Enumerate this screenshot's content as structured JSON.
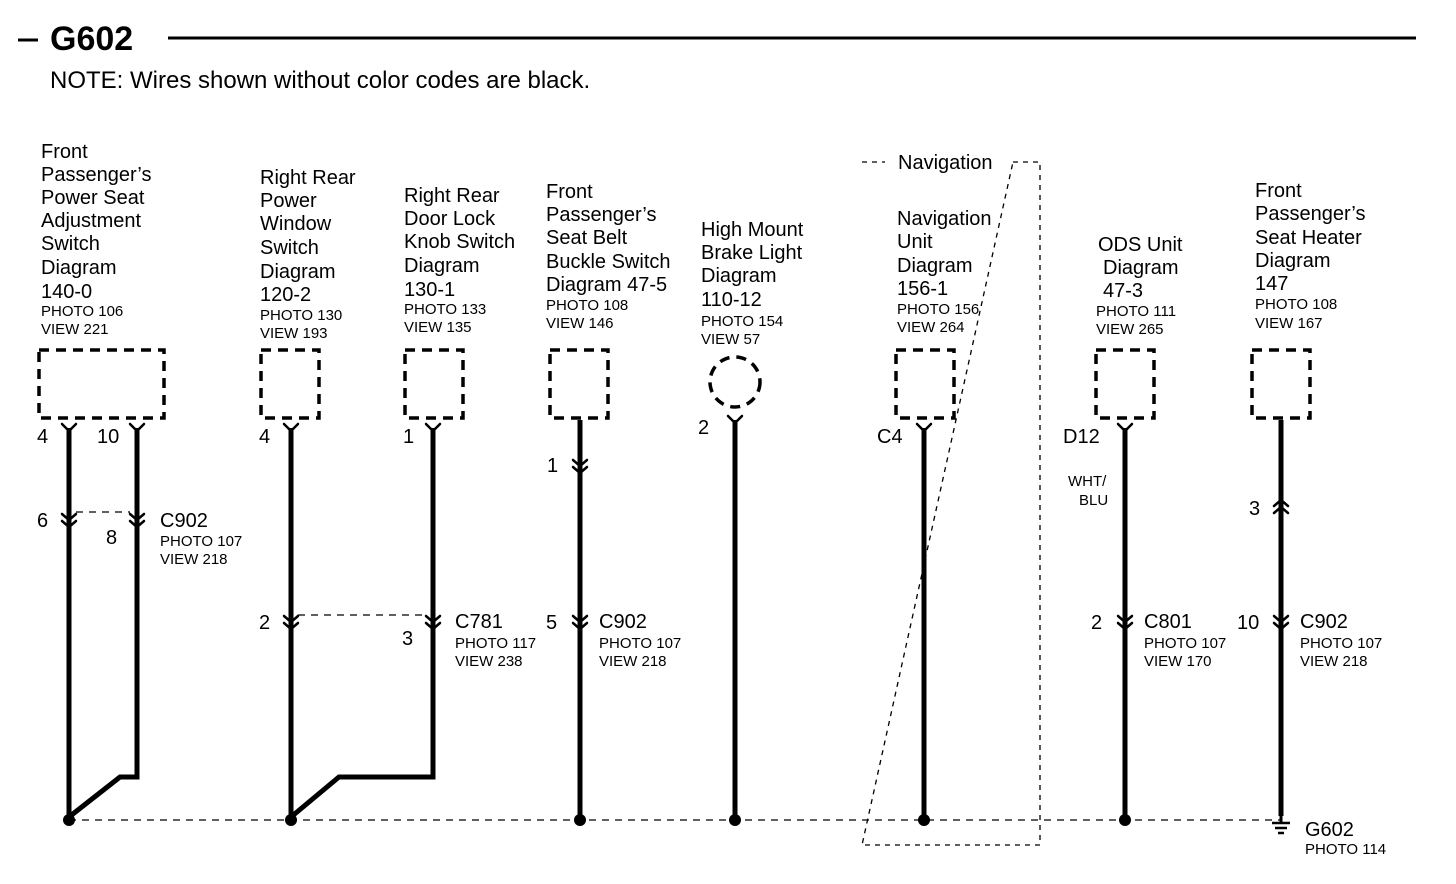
{
  "header": {
    "title": "G602",
    "note": "NOTE: Wires shown without color codes are black."
  },
  "components": {
    "seat_adj": {
      "lines": [
        "Front",
        "Passenger’s",
        "Power Seat",
        "Adjustment",
        "Switch",
        "Diagram",
        "140-0"
      ],
      "photo": "PHOTO 106",
      "view": "VIEW 221",
      "pins": [
        "4",
        "10"
      ]
    },
    "rr_window": {
      "lines": [
        "Right Rear",
        "Power",
        "Window",
        "Switch",
        "Diagram",
        "120-2"
      ],
      "photo": "PHOTO 130",
      "view": "VIEW 193",
      "pin": "4"
    },
    "rr_lock": {
      "lines": [
        "Right Rear",
        "Door Lock",
        "Knob Switch",
        "Diagram",
        "130-1"
      ],
      "photo": "PHOTO 133",
      "view": "VIEW 135",
      "pin": "1"
    },
    "seat_belt": {
      "lines": [
        "Front",
        "Passenger’s",
        "Seat Belt",
        "Buckle Switch",
        "Diagram 47-5"
      ],
      "photo": "PHOTO 108",
      "view": "VIEW 146",
      "inline_pin": "1"
    },
    "brake_light": {
      "lines": [
        "High  Mount",
        "Brake  Light",
        "Diagram",
        "110-12"
      ],
      "photo": "PHOTO 154",
      "view": "VIEW 57",
      "pin": "2"
    },
    "nav_unit": {
      "group": "Navigation",
      "lines": [
        "Navigation",
        "Unit",
        "Diagram",
        "156-1"
      ],
      "photo": "PHOTO 156",
      "view": "VIEW 264",
      "pin": "C4"
    },
    "ods_unit": {
      "lines": [
        "ODS Unit",
        "Diagram",
        "47-3"
      ],
      "photo": "PHOTO 111",
      "view": "VIEW 265",
      "pin": "D12",
      "wire_color": [
        "WHT/",
        "BLU"
      ]
    },
    "seat_heater": {
      "lines": [
        "Front",
        "Passenger’s",
        "Seat Heater",
        "Diagram",
        "147"
      ],
      "photo": "PHOTO 108",
      "view": "VIEW 167",
      "inline_pin": "3"
    }
  },
  "connectors": {
    "c902_left": {
      "name": "C902",
      "photo": "PHOTO 107",
      "view": "VIEW 218",
      "pins": [
        "6",
        "8"
      ]
    },
    "c781": {
      "name": "C781",
      "photo": "PHOTO 117",
      "view": "VIEW 238",
      "pins": [
        "2",
        "3"
      ]
    },
    "c902_mid": {
      "name": "C902",
      "photo": "PHOTO 107",
      "view": "VIEW 218",
      "pin": "5"
    },
    "c801": {
      "name": "C801",
      "photo": "PHOTO 107",
      "view": "VIEW 170",
      "pin": "2"
    },
    "c902_right": {
      "name": "C902",
      "photo": "PHOTO 107",
      "view": "VIEW 218",
      "pin": "10"
    }
  },
  "ground": {
    "name": "G602",
    "photo": "PHOTO 114"
  }
}
